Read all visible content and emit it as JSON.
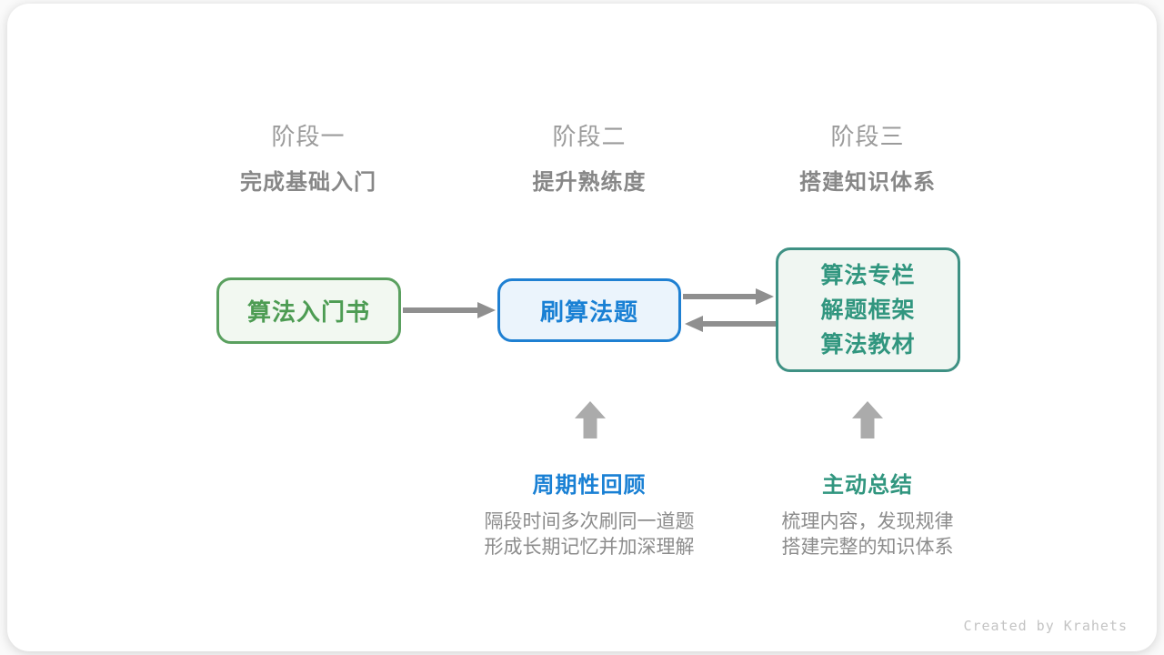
{
  "diagram": {
    "stages": [
      {
        "label": "阶段一",
        "subtitle": "完成基础入门"
      },
      {
        "label": "阶段二",
        "subtitle": "提升熟练度"
      },
      {
        "label": "阶段三",
        "subtitle": "搭建知识体系"
      }
    ],
    "nodes": [
      {
        "id": "intro-book",
        "label": "算法入门书",
        "accent": "#4D9C53",
        "border": "#5AA05F",
        "background": "#F2F8F1"
      },
      {
        "id": "practice-problems",
        "label": "刷算法题",
        "accent": "#1980D4",
        "border": "#1F80D2",
        "background": "#EBF4FC"
      },
      {
        "id": "knowledge-resources",
        "lines": [
          "算法专栏",
          "解题框架",
          "算法教材"
        ],
        "accent": "#31967F",
        "border": "#3F9184",
        "background": "#F0F6F2"
      }
    ],
    "annotations": [
      {
        "title": "周期性回顾",
        "color": "#1980D4",
        "lines": [
          "隔段时间多次刷同一道题",
          "形成长期记忆并加深理解"
        ]
      },
      {
        "title": "主动总结",
        "color": "#31967F",
        "lines": [
          "梳理内容，发现规律",
          "搭建完整的知识体系"
        ]
      }
    ],
    "connector_color": "#8F8F8F",
    "block_arrow_color": "#ABABAB"
  },
  "footer": {
    "credit": "Created by Krahets"
  }
}
